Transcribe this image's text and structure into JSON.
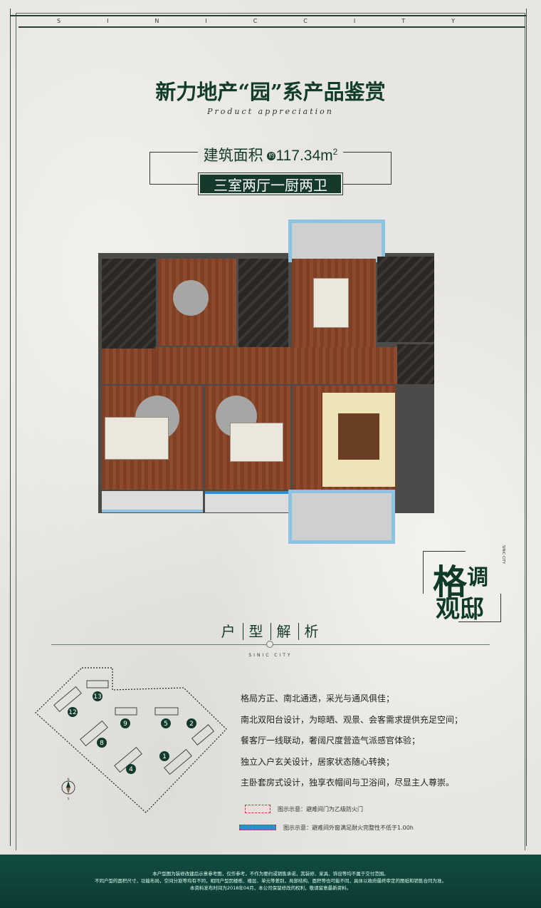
{
  "brand": {
    "letters": [
      "S",
      "I",
      "N",
      "I",
      "C",
      "C",
      "I",
      "T",
      "Y"
    ],
    "small": "SINIC CITY"
  },
  "header": {
    "title": "新力地产“园”系产品鉴赏",
    "subtitle": "Product appreciation"
  },
  "area": {
    "label": "建筑面积",
    "approx": "约",
    "value": "117.34m",
    "sup": "2",
    "layout": "三室两厅一厨两卫"
  },
  "slogan": {
    "line1a": "格",
    "line1b": "调",
    "line2": "观邸",
    "badge": "SINIC CITY"
  },
  "section": {
    "chars": [
      "户",
      "型",
      "解",
      "析"
    ]
  },
  "features": [
    "格局方正、南北通透，采光与通风俱佳；",
    "南北双阳台设计，为晾晒、观景、会客需求提供充足空间；",
    "餐客厅一线联动，奢阔尺度营造气派感官体验；",
    "独立入户玄关设计，居家状态随心转换；",
    "主卧套房式设计，独享衣帽间与卫浴间，尽显主人尊崇。"
  ],
  "legend": [
    "图示示意：避难间门为乙级防火门",
    "图示示意：避难间外窗满足耐火完整性不低于1.00h"
  ],
  "site_map": {
    "buildings": [
      "13",
      "12",
      "9",
      "5",
      "2",
      "8",
      "4",
      "1"
    ],
    "compass_n": "N",
    "compass_s": "S"
  },
  "footer": [
    "本户型图为装修改建后示意参考图，仅作参考，不作为要约或销售承诺，其装修、家具、饰设等均不属于交付范围。",
    "不同户型的面积尺寸，功能布局，空间分割等均有不同，相同户型因楼栋、楼层、单元等差别，局部结构、面积等也可能不同，具体以政府最终审定的图纸和销售合同为准。",
    "本资料发布时间为2018年04月，本公司保留修改的权利，敬请留意最新资料。"
  ],
  "colors": {
    "brand_green": "#123a2c",
    "footer": "#0f4a40",
    "balcony": "#8cc3e0",
    "wood": "#8d4a2c"
  }
}
